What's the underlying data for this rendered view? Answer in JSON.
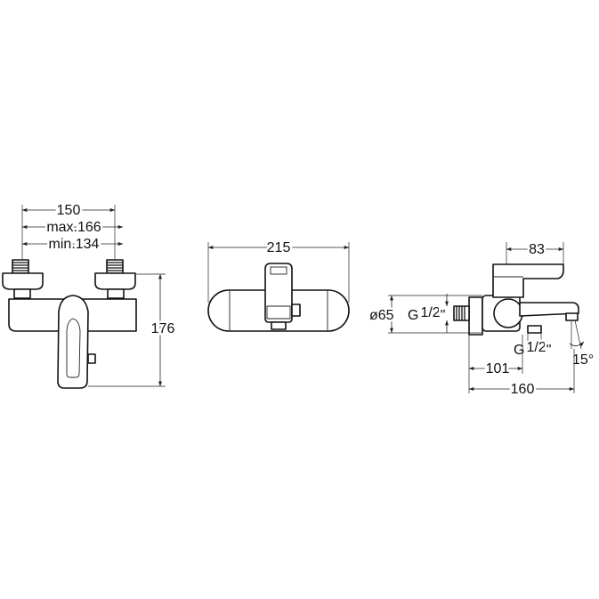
{
  "front_view": {
    "dim_width": "150",
    "dim_max": "max.166",
    "dim_min": "min.134",
    "dim_height": "176"
  },
  "top_view": {
    "dim_width": "215"
  },
  "side_view": {
    "dim_diameter": "ø65",
    "inlet_thread_g": "G",
    "inlet_thread_frac": "1/2",
    "inlet_thread_quote": "\"",
    "dim_lever": "83",
    "outlet_thread_g": "G",
    "outlet_thread_frac": "1/2",
    "outlet_thread_quote": "\"",
    "dim_angle": "15°",
    "dim_depth_1": "101",
    "dim_depth_2": "160"
  }
}
